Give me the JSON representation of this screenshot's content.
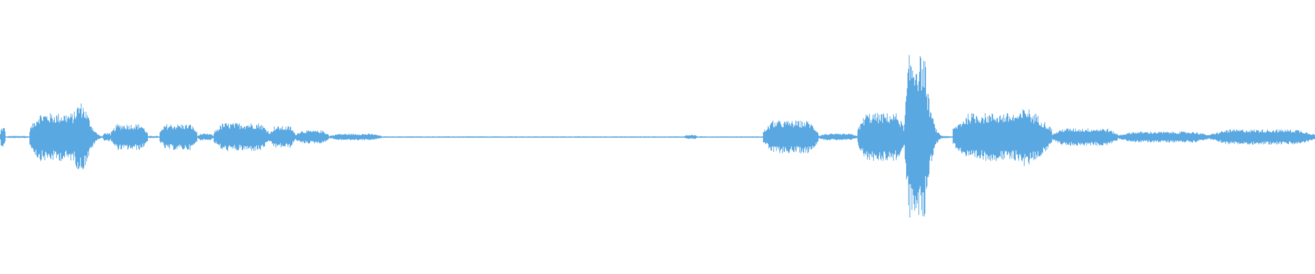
{
  "waveform": {
    "color": "#5aa8e2",
    "background": "#ffffff",
    "baseline_amplitude": 0.006,
    "segments": [
      {
        "start": 0.0,
        "end": 0.004,
        "amp": 0.09
      },
      {
        "start": 0.004,
        "end": 0.022,
        "amp": 0.01
      },
      {
        "start": 0.022,
        "end": 0.066,
        "amp": 0.22
      },
      {
        "start": 0.066,
        "end": 0.078,
        "amp": 0.01
      },
      {
        "start": 0.078,
        "end": 0.084,
        "amp": 0.04
      },
      {
        "start": 0.084,
        "end": 0.112,
        "amp": 0.12
      },
      {
        "start": 0.112,
        "end": 0.121,
        "amp": 0.01
      },
      {
        "start": 0.121,
        "end": 0.15,
        "amp": 0.12
      },
      {
        "start": 0.15,
        "end": 0.162,
        "amp": 0.03
      },
      {
        "start": 0.162,
        "end": 0.205,
        "amp": 0.13
      },
      {
        "start": 0.205,
        "end": 0.224,
        "amp": 0.1
      },
      {
        "start": 0.224,
        "end": 0.25,
        "amp": 0.06
      },
      {
        "start": 0.25,
        "end": 0.29,
        "amp": 0.03
      },
      {
        "start": 0.29,
        "end": 0.52,
        "amp": 0.006
      },
      {
        "start": 0.52,
        "end": 0.53,
        "amp": 0.02
      },
      {
        "start": 0.53,
        "end": 0.58,
        "amp": 0.006
      },
      {
        "start": 0.58,
        "end": 0.622,
        "amp": 0.15
      },
      {
        "start": 0.622,
        "end": 0.652,
        "amp": 0.03
      },
      {
        "start": 0.652,
        "end": 0.688,
        "amp": 0.22
      },
      {
        "start": 0.688,
        "end": 0.706,
        "amp": 0.75
      },
      {
        "start": 0.706,
        "end": 0.724,
        "amp": 0.01
      },
      {
        "start": 0.724,
        "end": 0.8,
        "amp": 0.22
      },
      {
        "start": 0.8,
        "end": 0.85,
        "amp": 0.08
      },
      {
        "start": 0.85,
        "end": 0.92,
        "amp": 0.05
      },
      {
        "start": 0.92,
        "end": 1.0,
        "amp": 0.07
      }
    ],
    "peaks": [
      {
        "at": 0.061,
        "amp": 0.32
      },
      {
        "at": 0.699,
        "amp": 0.75
      },
      {
        "at": 0.78,
        "amp": 0.28
      }
    ]
  }
}
